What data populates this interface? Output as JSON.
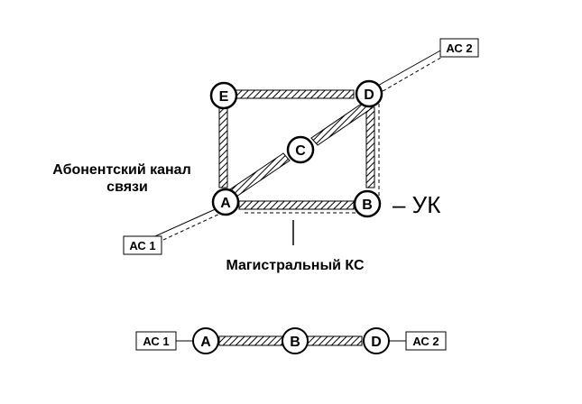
{
  "diagram": {
    "nodes": [
      {
        "id": "A",
        "label": "A"
      },
      {
        "id": "B",
        "label": "B"
      },
      {
        "id": "C",
        "label": "C"
      },
      {
        "id": "D",
        "label": "D"
      },
      {
        "id": "E",
        "label": "E"
      }
    ],
    "subscriber_stations": {
      "ac1": "АС 1",
      "ac2": "АС 2"
    },
    "labels": {
      "subscriber_channel_line1": "Абонентский канал",
      "subscriber_channel_line2": "связи",
      "trunk_channel": "Магистральный КС",
      "node_marker": "– УК"
    },
    "chain": {
      "left_station": "АС 1",
      "right_station": "АС 2",
      "nodes": [
        "A",
        "B",
        "D"
      ]
    }
  }
}
